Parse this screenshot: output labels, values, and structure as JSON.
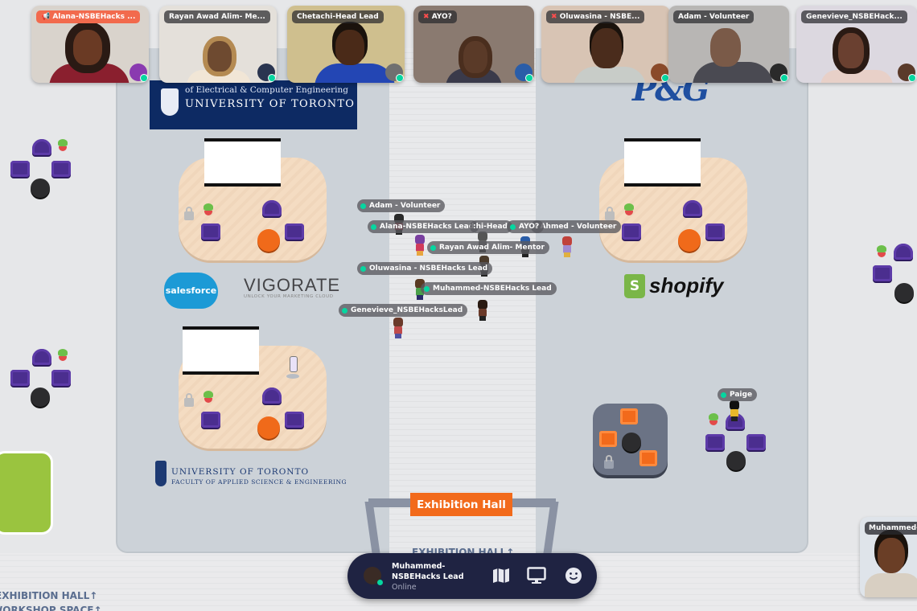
{
  "app": "Gather virtual space",
  "video_tiles": [
    {
      "name": "Alana-NSBEHacks ...",
      "speaking_badge": true,
      "volume": "1.00"
    },
    {
      "name": "Rayan Awad Alim- Me...",
      "volume": "1.00"
    },
    {
      "name": "Chetachi-Head Lead",
      "volume": "1.00"
    },
    {
      "name": "AYO?",
      "muted": true,
      "volume": "1.00"
    },
    {
      "name": "Oluwasina - NSBE...",
      "muted": true,
      "volume": "1.00"
    },
    {
      "name": "Adam - Volunteer",
      "volume": "1.00"
    },
    {
      "name": "Genevieve_NSBEHack...",
      "volume": "1.00"
    }
  ],
  "self_tile": {
    "name": "Muhammed-"
  },
  "map": {
    "sponsors": {
      "uoft_ece_line1": "of Electrical & Computer Engineering",
      "uoft_ece_line2": "UNIVERSITY OF TORONTO",
      "pg": "P&G",
      "salesforce": "salesforce",
      "vigorate": "VIGORATE",
      "vigorate_tagline": "UNLOCK YOUR MARKETING CLOUD",
      "shopify": "shopify",
      "shopify_glyph": "S",
      "uoft_fase_line1": "UNIVERSITY OF TORONTO",
      "uoft_fase_line2": "FACULTY OF APPLIED SCIENCE & ENGINEERING"
    },
    "exhibition_sign": "Exhibition Hall",
    "floor_labels": [
      "EXHIBITION HALL↑",
      "EXHIBITION HALL↑",
      "WORKSHOP SPACE↑"
    ],
    "name_tags": [
      {
        "name": "Adam - Volunteer"
      },
      {
        "name": "Alana-NSBEHacks Lead"
      },
      {
        "name": "Chetachi-Head Lead",
        "visible_fragment": ":hi-Head"
      },
      {
        "name": "AYO?"
      },
      {
        "name": "Ahmed - Volunteer",
        "visible_fragment": "r Ahmed - Volunteer"
      },
      {
        "name": "Rayan Awad Alim- Mentor"
      },
      {
        "name": "Oluwasina - NSBEHacks Lead"
      },
      {
        "name": "Muhammed-NSBEHacks Lead"
      },
      {
        "name": "Genevieve_NSBEHacksLead"
      },
      {
        "name": "Paige"
      }
    ]
  },
  "bottom_bar": {
    "user_name": "Muhammed-NSBEHacks Lead",
    "status": "Online",
    "buttons": [
      {
        "icon": "map-icon",
        "label": "Map"
      },
      {
        "icon": "screen-share-icon",
        "label": "Screen share"
      },
      {
        "icon": "emoji-icon",
        "label": "Emotes"
      }
    ]
  },
  "colors": {
    "accent_orange": "#f26a1b",
    "online_green": "#06d6a0",
    "bar_navy": "#1f2342",
    "uoft_blue": "#0d2a63"
  }
}
